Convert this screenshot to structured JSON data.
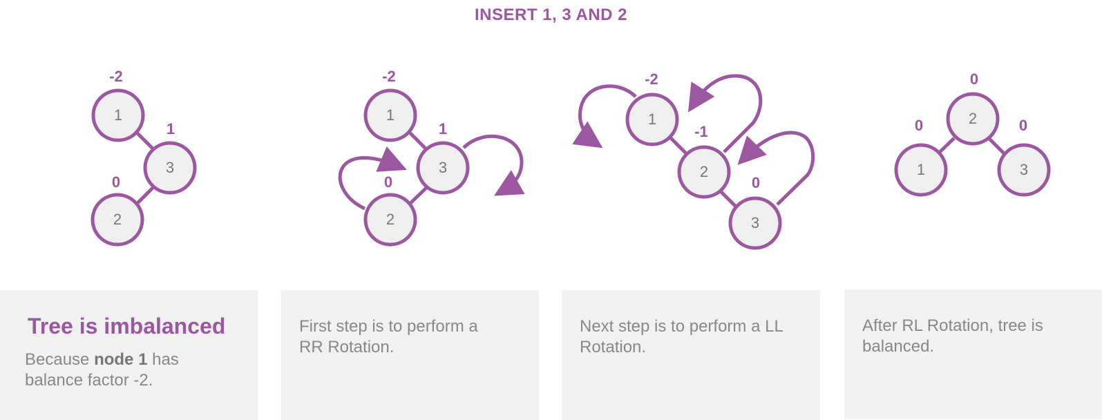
{
  "title": "INSERT 1, 3 AND 2",
  "colors": {
    "accent": "#9b57a0",
    "node_fill": "#efefef",
    "node_text": "#777777",
    "panel_bg": "#f1f1f1",
    "panel_text": "#888888"
  },
  "steps": [
    {
      "nodes": [
        {
          "value": "1",
          "balance": "-2"
        },
        {
          "value": "3",
          "balance": "1"
        },
        {
          "value": "2",
          "balance": "0"
        }
      ]
    },
    {
      "nodes": [
        {
          "value": "1",
          "balance": "-2"
        },
        {
          "value": "3",
          "balance": "1"
        },
        {
          "value": "2",
          "balance": "0"
        }
      ]
    },
    {
      "nodes": [
        {
          "value": "1",
          "balance": "-2"
        },
        {
          "value": "2",
          "balance": "-1"
        },
        {
          "value": "3",
          "balance": "0"
        }
      ]
    },
    {
      "nodes": [
        {
          "value": "2",
          "balance": "0"
        },
        {
          "value": "1",
          "balance": "0"
        },
        {
          "value": "3",
          "balance": "0"
        }
      ]
    }
  ],
  "panels": [
    {
      "heading": "Tree is imbalanced",
      "text_before": "Because ",
      "text_bold": "node 1",
      "text_after": " has balance factor -2."
    },
    {
      "text": "First step is to perform a RR Rotation."
    },
    {
      "text": "Next step is to perform a LL Rotation."
    },
    {
      "text": "After RL Rotation, tree is balanced."
    }
  ]
}
